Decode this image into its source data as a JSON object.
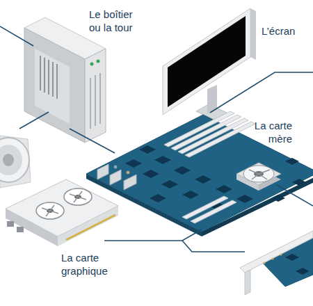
{
  "diagram": {
    "labels": [
      "Le boîtier ou la tour",
      "L’écran",
      "La carte mère",
      "La carte graphique"
    ]
  }
}
